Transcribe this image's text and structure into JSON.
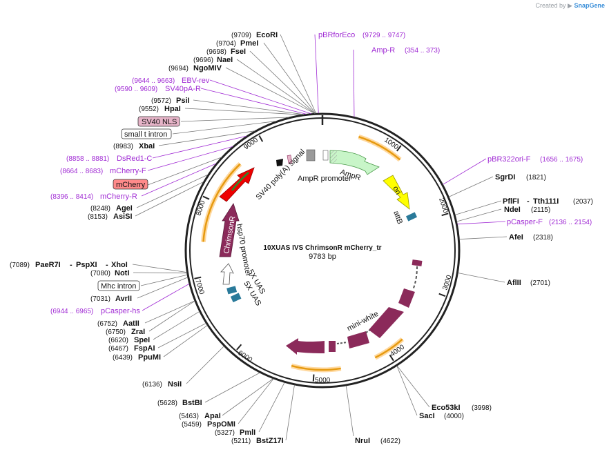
{
  "credit": {
    "prefix": "Created by",
    "brand": "SnapGene"
  },
  "plasmid": {
    "name": "10XUAS IVS ChrimsonR mCherry_tr",
    "length_label": "9783 bp",
    "length": 9783
  },
  "ticks": [
    "1000",
    "2000",
    "3000",
    "4000",
    "5000",
    "6000",
    "7000",
    "8000",
    "9000"
  ],
  "sites_left": [
    {
      "name": "EcoRI",
      "pos": "(9709)"
    },
    {
      "name": "PmeI",
      "pos": "(9704)"
    },
    {
      "name": "FseI",
      "pos": "(9698)"
    },
    {
      "name": "NaeI",
      "pos": "(9696)"
    },
    {
      "name": "NgoMIV",
      "pos": "(9694)"
    },
    {
      "name": "PsiI",
      "pos": "(9572)"
    },
    {
      "name": "HpaI",
      "pos": "(9552)"
    },
    {
      "name": "XbaI",
      "pos": "(8983)"
    },
    {
      "name": "AgeI",
      "pos": "(8248)"
    },
    {
      "name": "AsiSI",
      "pos": "(8153)"
    },
    {
      "name": "PaeR7I",
      "pos": "(7089)",
      "name2": "PspXI",
      "name3": "XhoI"
    },
    {
      "name": "NotI",
      "pos": "(7080)"
    },
    {
      "name": "AvrII",
      "pos": "(7031)"
    },
    {
      "name": "AatII",
      "pos": "(6752)"
    },
    {
      "name": "ZraI",
      "pos": "(6750)"
    },
    {
      "name": "SpeI",
      "pos": "(6620)"
    },
    {
      "name": "FspAI",
      "pos": "(6467)"
    },
    {
      "name": "PpuMI",
      "pos": "(6439)"
    },
    {
      "name": "NsiI",
      "pos": "(6136)"
    },
    {
      "name": "BstBI",
      "pos": "(5628)"
    },
    {
      "name": "ApaI",
      "pos": "(5463)"
    },
    {
      "name": "PspOMI",
      "pos": "(5459)"
    },
    {
      "name": "PmlI",
      "pos": "(5327)"
    },
    {
      "name": "BstZ17I",
      "pos": "(5211)"
    }
  ],
  "sites_right": [
    {
      "name": "SgrDI",
      "pos": "(1821)"
    },
    {
      "name": "PflFI",
      "name2": "Tth111I",
      "pos": "(2037)"
    },
    {
      "name": "NdeI",
      "pos": "(2115)"
    },
    {
      "name": "AfeI",
      "pos": "(2318)"
    },
    {
      "name": "AflII",
      "pos": "(2701)"
    },
    {
      "name": "Eco53kI",
      "pos": "(3998)"
    },
    {
      "name": "SacI",
      "pos": "(4000)"
    },
    {
      "name": "NruI",
      "pos": "(4622)"
    }
  ],
  "primers": [
    {
      "name": "pBRforEco",
      "range": "(9729 .. 9747)"
    },
    {
      "name": "Amp-R",
      "range": "(354 .. 373)"
    },
    {
      "name": "EBV-rev",
      "range": "(9644 .. 9663)"
    },
    {
      "name": "SV40pA-R",
      "range": "(9590 .. 9609)"
    },
    {
      "name": "DsRed1-C",
      "range": "(8858 .. 8881)"
    },
    {
      "name": "mCherry-F",
      "range": "(8664 .. 8683)"
    },
    {
      "name": "mCherry-R",
      "range": "(8396 .. 8414)"
    },
    {
      "name": "pCasper-hs",
      "range": "(6944 .. 6965)"
    },
    {
      "name": "pBR322ori-F",
      "range": "(1656 .. 1675)"
    },
    {
      "name": "pCasper-F",
      "range": "(2136 .. 2154)"
    }
  ],
  "boxed_features": [
    {
      "name": "SV40 NLS",
      "fill": "#e6b4c8"
    },
    {
      "name": "small t intron",
      "fill": "#ffffff"
    },
    {
      "name": "mCherry",
      "fill": "#ff8a8a"
    },
    {
      "name": "Mhc intron",
      "fill": "#ffffff"
    }
  ],
  "feature_labels": {
    "sv40polya": "SV40 poly(A) signal",
    "ampr_promoter": "AmpR promoter",
    "ampr": "AmpR",
    "ori": "ori",
    "attb": "attB",
    "chrimsonr": "ChrimsonR",
    "hsp70": "hsp70 promoter",
    "uas1": "5X UAS",
    "uas2": "5X UAS",
    "miniwhite": "mini-white"
  },
  "colors": {
    "primer": "#a02bd4",
    "backbone": "#222222",
    "chrimsonr": "#8b2a5a",
    "miniwhite": "#8b2a5a",
    "mcherry_arrow": "#ee0000",
    "ampr": "#c8f5c8",
    "ori": "#ffff00",
    "attb": "#2a7a9a",
    "uas": "#2a7a9a",
    "orange": "#f0a020"
  }
}
